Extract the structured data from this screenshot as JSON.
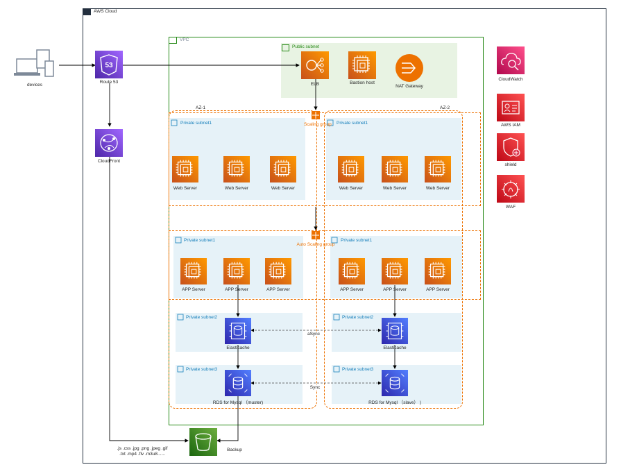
{
  "cloud": {
    "label": "AWS Cloud"
  },
  "vpc": {
    "label": "VPC"
  },
  "public_subnet": {
    "label": "Public subnet",
    "elb": "ELB",
    "bastion": "Bastion host",
    "nat": "NAT Gateway"
  },
  "devices": {
    "label": "devices"
  },
  "route53": {
    "label": "Route 53",
    "glyph": "53"
  },
  "cloudfront": {
    "label": "CloudFront"
  },
  "az1": {
    "label": "AZ-1"
  },
  "az2": {
    "label": "AZ-2"
  },
  "scaling_group_top": {
    "label": "Scaling group"
  },
  "scaling_group_mid": {
    "label": "Auto Scaling group"
  },
  "web_tier": {
    "left": {
      "subnet_label": "Private subnet1",
      "servers": [
        "Web Server",
        "Web Server",
        "Web Server"
      ]
    },
    "right": {
      "subnet_label": "Private subnet1",
      "servers": [
        "Web Server",
        "Web Server",
        "Web Server"
      ]
    }
  },
  "app_tier": {
    "left": {
      "subnet_label": "Private subnet1",
      "servers": [
        "APP Server",
        "APP Server",
        "APP Server"
      ]
    },
    "right": {
      "subnet_label": "Private subnet1",
      "servers": [
        "APP Server",
        "APP Server",
        "APP Server"
      ]
    }
  },
  "cache_tier": {
    "left": {
      "subnet_label": "Private subnet2",
      "node": "Elasticache"
    },
    "right": {
      "subnet_label": "Private subnet2",
      "node": "Elasticache"
    },
    "link": "aSync"
  },
  "db_tier": {
    "left": {
      "subnet_label": "Private subnet3",
      "node": "RDS for Mysql （muster)"
    },
    "right": {
      "subnet_label": "Private subnet3",
      "node": "RDS for Mysql （slave） )"
    },
    "link": "Sync"
  },
  "s3": {
    "label": "Backup",
    "files_line1": ".js .css .jpg .png .jpeg .gif",
    "files_line2": ".txt .mp4 .flv .m3u8......"
  },
  "services": [
    "CloudWatch",
    "AWS IAM",
    "shield",
    "WAF"
  ],
  "colors": {
    "compute": "#ed7100",
    "network": "#8c4fff",
    "database": "#3b48cc",
    "security": "#dd344c",
    "storage": "#3f8624",
    "subnet_bg": "#e6f2f8",
    "public_bg": "#e8f3e3",
    "asg_border": "#ed7100",
    "vpc_border": "#248814"
  },
  "icons": [
    "laptop-icon",
    "phone-icon",
    "route53-icon",
    "cloudfront-icon",
    "elb-icon",
    "ec2-icon",
    "nat-gateway-icon",
    "elasticache-icon",
    "rds-icon",
    "s3-bucket-icon",
    "cloudwatch-icon",
    "iam-icon",
    "shield-icon",
    "waf-icon",
    "lock-icon",
    "auto-scaling-icon"
  ]
}
